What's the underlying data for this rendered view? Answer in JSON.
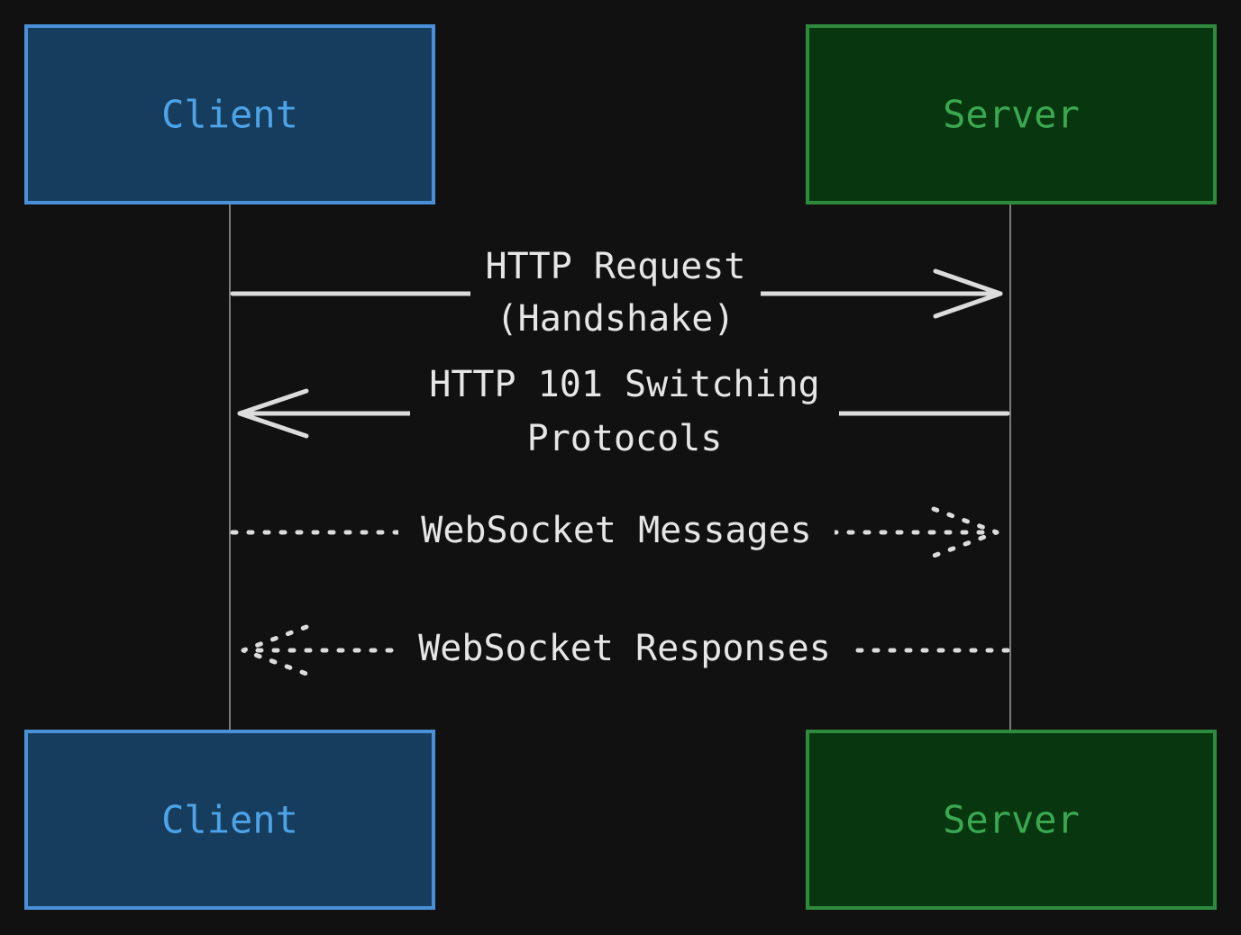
{
  "participants": {
    "client": {
      "label": "Client",
      "fill": "#173d5e",
      "stroke": "#4a90d9",
      "text_color": "#4da3e8"
    },
    "server": {
      "label": "Server",
      "fill": "#08360f",
      "stroke": "#2e8b3e",
      "text_color": "#3aa850"
    }
  },
  "messages": [
    {
      "from": "client",
      "to": "server",
      "style": "solid",
      "label_lines": [
        "HTTP Request",
        "(Handshake)"
      ]
    },
    {
      "from": "server",
      "to": "client",
      "style": "solid",
      "label_lines": [
        "HTTP 101 Switching",
        "Protocols"
      ]
    },
    {
      "from": "client",
      "to": "server",
      "style": "dotted",
      "label_lines": [
        "WebSocket Messages"
      ]
    },
    {
      "from": "server",
      "to": "client",
      "style": "dotted",
      "label_lines": [
        "WebSocket Responses"
      ]
    }
  ],
  "colors": {
    "background": "#111111",
    "lifeline": "#7a7a7a",
    "message": "#dcdcdc"
  }
}
